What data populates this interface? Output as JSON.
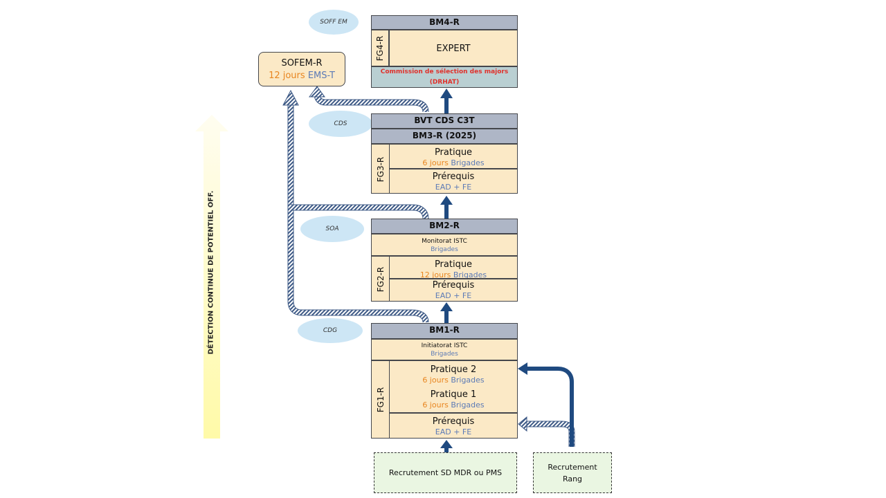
{
  "side_label": "DÉTECTION CONTINUE DE POTENTIEL OFF.",
  "ellipses": {
    "soff_em": "SOFF EM",
    "cds": "CDS",
    "soa": "SOA",
    "cdg": "CDG"
  },
  "sofem": {
    "title": "SOFEM-R",
    "days": "12 jours",
    "place": "EMS-T"
  },
  "bm4": {
    "header": "BM4-R",
    "fg": "FG4-R",
    "expert": "EXPERT",
    "commission_line1": "Commission de sélection des majors",
    "commission_line2": "(DRHAT)"
  },
  "bm3": {
    "header_top": "BVT CDS C3T",
    "header": "BM3-R (2025)",
    "fg": "FG3-R",
    "pratique": "Pratique",
    "pratique_days": "6 jours",
    "pratique_place": "Brigades",
    "prerequis": "Prérequis",
    "prerequis_detail": "EAD + FE"
  },
  "bm2": {
    "header": "BM2-R",
    "monitorat": "Monitorat ISTC",
    "monitorat_place": "Brigades",
    "fg": "FG2-R",
    "pratique": "Pratique",
    "pratique_days": "12 jours",
    "pratique_place": "Brigades",
    "prerequis": "Prérequis",
    "prerequis_detail": "EAD + FE"
  },
  "bm1": {
    "header": "BM1-R",
    "initiatorat": "Initiatorat ISTC",
    "initiatorat_place": "Brigades",
    "fg": "FG1-R",
    "pratique2": "Pratique 2",
    "pratique2_days": "6 jours",
    "pratique2_place": "Brigades",
    "pratique1": "Pratique 1",
    "pratique1_days": "6 jours",
    "pratique1_place": "Brigades",
    "prerequis": "Prérequis",
    "prerequis_detail": "EAD + FE"
  },
  "recrutement_sd": "Recrutement SD MDR ou PMS",
  "recrutement_rang_line1": "Recrutement",
  "recrutement_rang_line2": "Rang",
  "colors": {
    "header": "#aeb6c6",
    "box": "#fbe9c6",
    "commission": "#b9cfd2",
    "ellipse": "#cde6f5",
    "arrow": "#1f4a80",
    "recruit": "#eaf6e2",
    "accent_blue": "#5b7ab6",
    "accent_orange": "#e8851f",
    "commission_text": "#e0312b"
  }
}
